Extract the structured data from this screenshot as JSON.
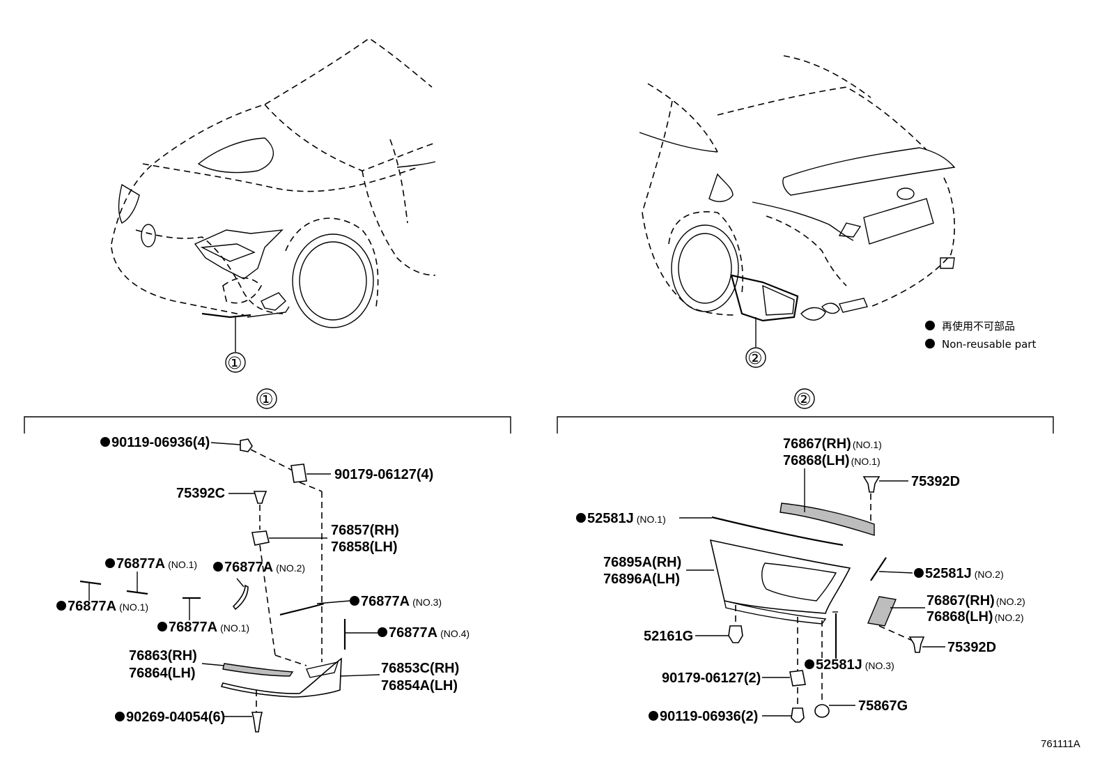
{
  "legend": {
    "jp": "再使用不可部品",
    "en": "Non-reusable part"
  },
  "diagram_code": "761111A",
  "callouts": {
    "front": "①",
    "rear": "②"
  },
  "front_parts": {
    "p1": "90119-06936(4)",
    "p2": "90179-06127(4)",
    "p3": "75392C",
    "p4a": "76857(RH)",
    "p4b": "76858(LH)",
    "p5a": "76877A",
    "p5b": "(NO.1)",
    "p6a": "76877A",
    "p6b": "(NO.2)",
    "p7a": "76877A",
    "p7b": "(NO.1)",
    "p8a": "76877A",
    "p8b": "(NO.1)",
    "p9a": "76877A",
    "p9b": "(NO.3)",
    "p10a": "76877A",
    "p10b": "(NO.4)",
    "p11a": "76863(RH)",
    "p11b": "76864(LH)",
    "p12a": "76853C(RH)",
    "p12b": "76854A(LH)",
    "p13": "90269-04054(6)"
  },
  "rear_parts": {
    "r1a": "76867(RH)",
    "r1a_s": "(NO.1)",
    "r1b": "76868(LH)",
    "r1b_s": "(NO.1)",
    "r2": "75392D",
    "r3a": "52581J",
    "r3b": "(NO.1)",
    "r4a": "76895A(RH)",
    "r4b": "76896A(LH)",
    "r5a": "52581J",
    "r5b": "(NO.2)",
    "r6a": "76867(RH)",
    "r6a_s": "(NO.2)",
    "r6b": "76868(LH)",
    "r6b_s": "(NO.2)",
    "r7": "52161G",
    "r8": "75392D",
    "r9a": "52581J",
    "r9b": "(NO.3)",
    "r10": "90179-06127(2)",
    "r11": "75867G",
    "r12": "90119-06936(2)"
  }
}
